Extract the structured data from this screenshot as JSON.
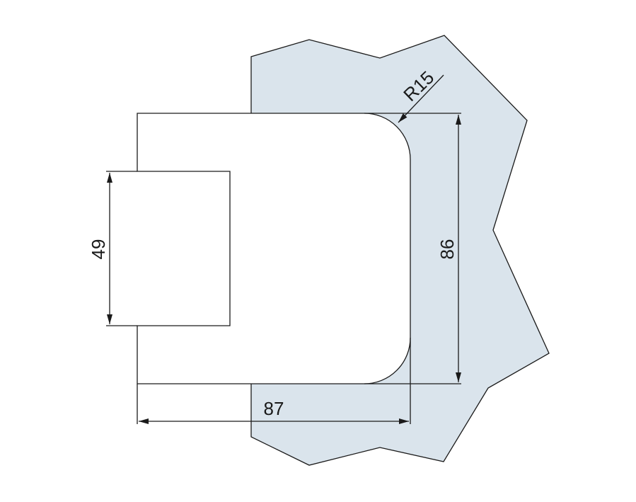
{
  "dimensions": {
    "width": "87",
    "height": "86",
    "cutout_height": "49",
    "corner_radius": "R15"
  },
  "colors": {
    "fill_region": "#dae4ec",
    "outline": "#1a1a1a",
    "part": "#ffffff"
  }
}
